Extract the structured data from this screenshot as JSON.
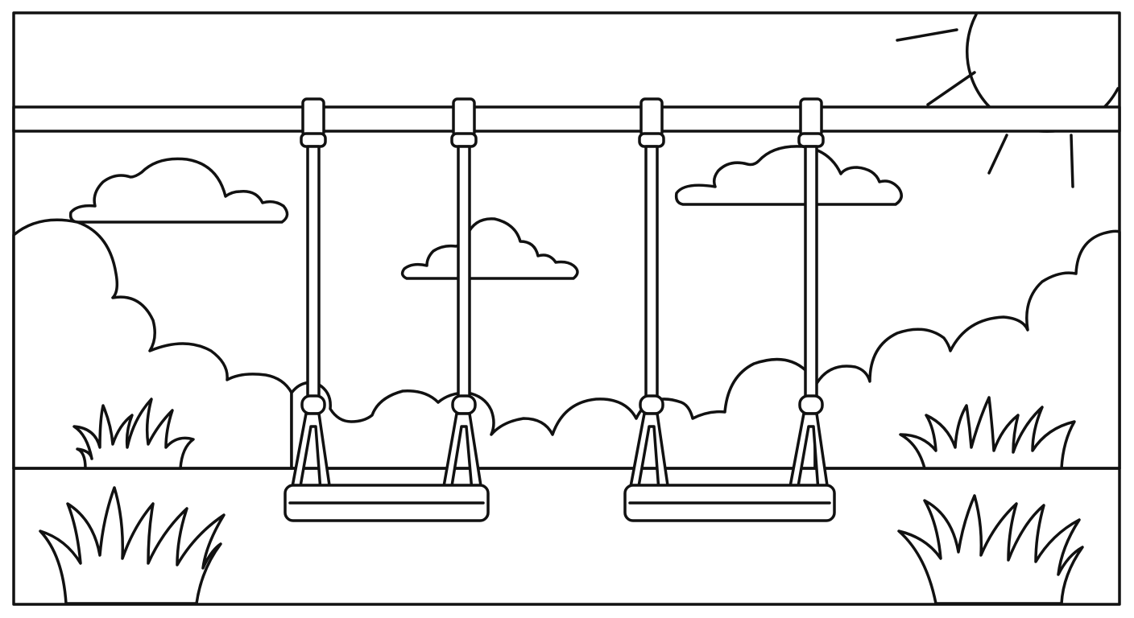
{
  "scene": {
    "subject": "swing-set-coloring-page",
    "swing_count": 2,
    "cloud_count": 3,
    "grass_tuft_count": 4,
    "colors": {
      "line": "#111111",
      "background": "#ffffff"
    }
  }
}
